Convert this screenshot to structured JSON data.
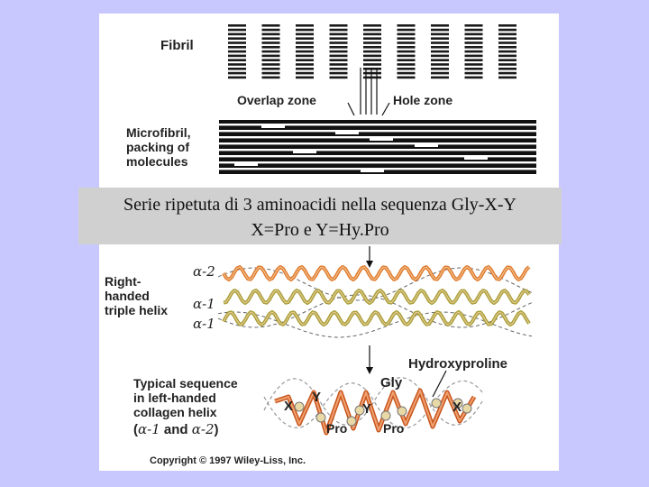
{
  "figure": {
    "fibril_label": "Fibril",
    "overlap_zone_label": "Overlap zone",
    "hole_zone_label": "Hole zone",
    "microfibril_label": [
      "Microfibril,",
      "packing of",
      "molecules"
    ],
    "helix_label": [
      "Right-",
      "handed",
      "triple helix"
    ],
    "chain_labels": [
      "α-2",
      "α-1",
      "α-1"
    ],
    "hydroxyproline_label": "Hydroxyproline",
    "sequence_label": [
      "Typical sequence",
      "in left-handed",
      "collagen helix"
    ],
    "chain_note": [
      "(",
      "α-1",
      " and ",
      "α-2",
      ")"
    ],
    "residues": {
      "x_left": "X",
      "y_left": "Y",
      "y_mid": "Y",
      "gly": "Gly",
      "x_right": "X",
      "pro_left": "Pro",
      "pro_right": "Pro"
    },
    "copyright": "Copyright © 1997 Wiley-Liss, Inc."
  },
  "caption": {
    "line1": "Serie ripetuta di 3 aminoacidi nella sequenza Gly-X-Y",
    "line2": "X=Pro e Y=Hy.Pro"
  },
  "colors": {
    "background": "#c8c8ff",
    "panel": "#ffffff",
    "caption_box": "#d0d0d0",
    "strand_orange": "#e07a2c",
    "strand_green": "#a8a03a",
    "residue_ball": "#e8d9a6"
  }
}
